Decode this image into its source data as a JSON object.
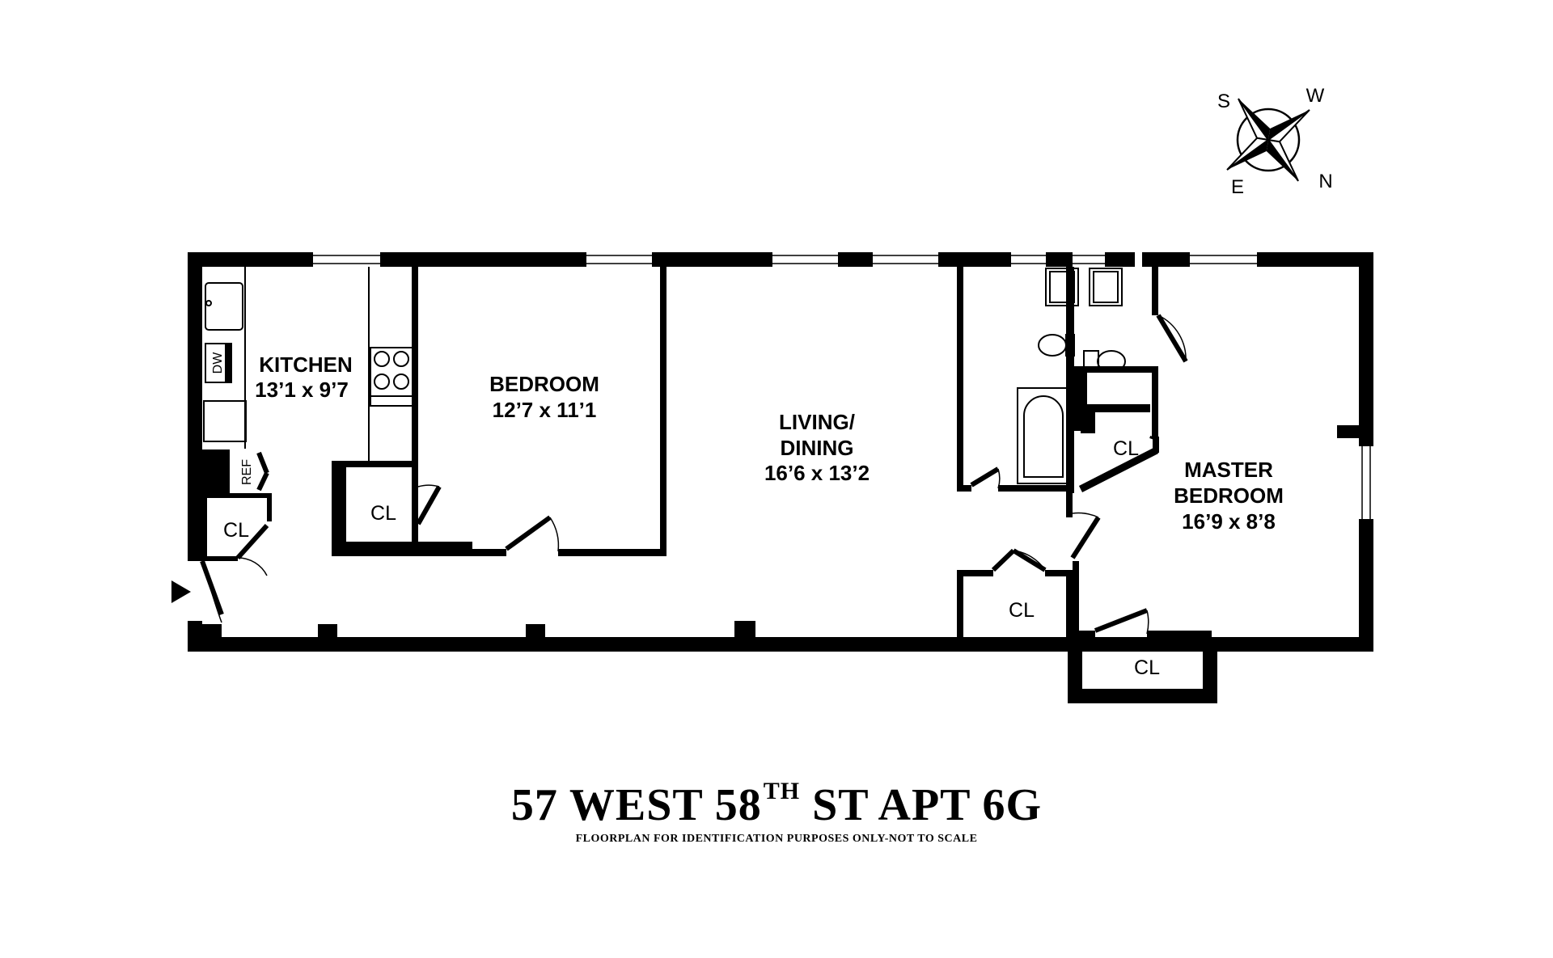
{
  "compass": {
    "labels": {
      "s": "S",
      "w": "W",
      "e": "E",
      "n": "N"
    }
  },
  "rooms": {
    "kitchen": {
      "name": "KITCHEN",
      "dims": "13’1 x 9’7"
    },
    "bedroom": {
      "name": "BEDROOM",
      "dims": "12’7 x 11’1"
    },
    "living": {
      "name_line1": "LIVING/",
      "name_line2": "DINING",
      "dims": "16’6 x 13’2"
    },
    "master": {
      "name_line1": "MASTER",
      "name_line2": "BEDROOM",
      "dims": "16’9 x 8’8"
    }
  },
  "closets": {
    "kitchen": "CL",
    "bedroom": "CL",
    "bath": "CL",
    "living": "CL",
    "master": "CL"
  },
  "fixtures": {
    "dishwasher": "DW",
    "refrigerator": "REF"
  },
  "footer": {
    "title_main": "57 WEST 58",
    "title_sup": "TH",
    "title_rest": " ST APT 6G",
    "subtitle": "FLOORPLAN FOR IDENTIFICATION PURPOSES ONLY-NOT TO SCALE"
  }
}
